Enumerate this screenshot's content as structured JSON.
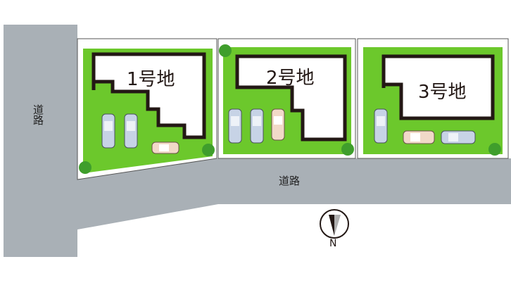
{
  "roads": {
    "left_label": "道路",
    "bottom_label": "道路"
  },
  "lots": [
    {
      "label": "1号地",
      "cars": 3
    },
    {
      "label": "2号地",
      "cars": 3
    },
    {
      "label": "3号地",
      "cars": 3
    }
  ],
  "compass": {
    "label": "N"
  },
  "colors": {
    "road": "#a9b0b6",
    "lawn": "#6cc82c",
    "building_outline": "#231815",
    "tree": "#3f9e2c",
    "car_blue": "#c7d3e6",
    "car_beige": "#f1d9c8"
  }
}
